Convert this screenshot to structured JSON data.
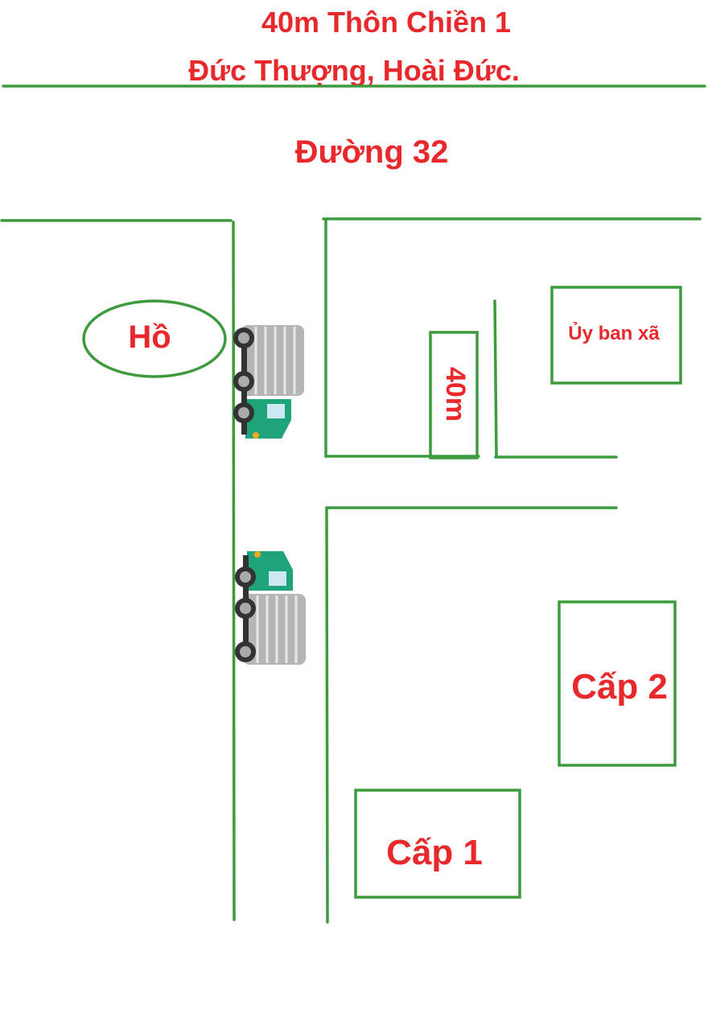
{
  "header": {
    "line1": "40m Thôn Chiền 1",
    "line2": "Đức Thượng, Hoài Đức."
  },
  "road_label": "Đường 32",
  "places": {
    "lake": "Hồ",
    "alley": "40m",
    "commune_office": "Ủy ban xã",
    "secondary_school": "Cấp 2",
    "primary_school": "Cấp 1"
  },
  "colors": {
    "text": "#e8282b",
    "lines": "#3d9b3d",
    "truck_cab": "#1fa37a"
  }
}
